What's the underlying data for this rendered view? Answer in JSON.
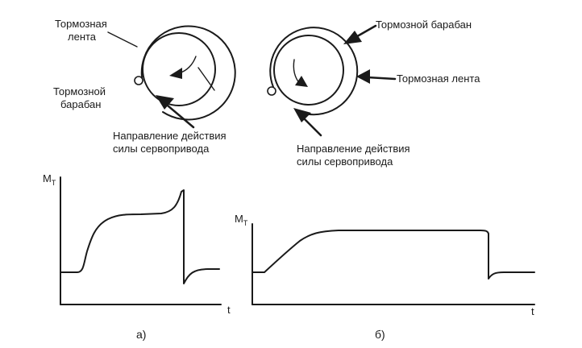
{
  "diagram_a": {
    "label_band": [
      "Тормозная",
      "лента"
    ],
    "label_drum": [
      "Тормозной",
      "барабан"
    ],
    "label_force": [
      "Направление действия",
      "силы сервопривода"
    ]
  },
  "diagram_b": {
    "label_drum": "Тормозной барабан",
    "label_band": "Тормозная лента",
    "label_force": [
      "Направление действия",
      "силы сервопривода"
    ]
  },
  "graph_a": {
    "y_label_main": "M",
    "y_label_sub": "T",
    "x_label": "t",
    "caption": "а)"
  },
  "graph_b": {
    "y_label_main": "M",
    "y_label_sub": "T",
    "x_label": "t",
    "caption": "б)"
  }
}
